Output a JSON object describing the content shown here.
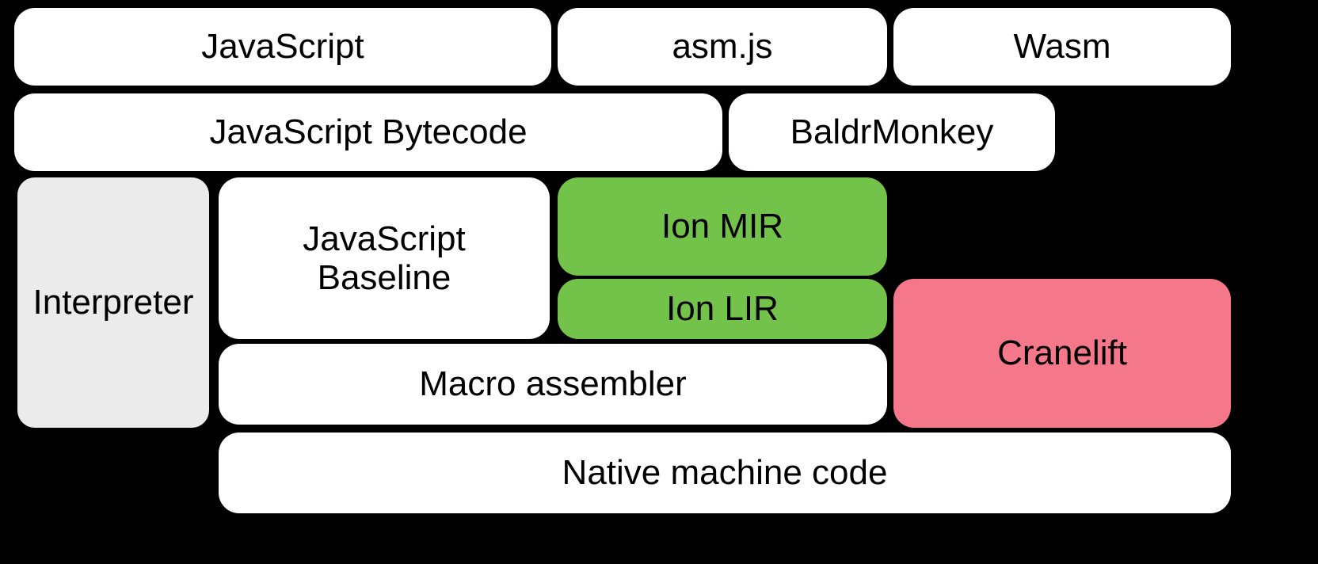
{
  "diagram": {
    "title": "SpiderMonkey compilation pipeline",
    "background_color": "#000000",
    "colors": {
      "white": "#FFFFFF",
      "gray": "#EBEBEB",
      "green": "#73C24A",
      "pink": "#F5788A",
      "text": "#000000"
    },
    "rows": [
      {
        "name": "source-formats",
        "nodes": [
          {
            "id": "javascript",
            "label": "JavaScript",
            "fill": "white"
          },
          {
            "id": "asmjs",
            "label": "asm.js",
            "fill": "white"
          },
          {
            "id": "wasm",
            "label": "Wasm",
            "fill": "white"
          }
        ]
      },
      {
        "name": "front-end",
        "nodes": [
          {
            "id": "js-bytecode",
            "label": "JavaScript Bytecode",
            "fill": "white"
          },
          {
            "id": "baldrmonkey",
            "label": "BaldrMonkey",
            "fill": "white"
          }
        ]
      },
      {
        "name": "tiers",
        "nodes": [
          {
            "id": "interpreter",
            "label": "Interpreter",
            "fill": "gray"
          },
          {
            "id": "js-baseline",
            "label": "JavaScript\nBaseline",
            "fill": "white"
          },
          {
            "id": "ion-mir",
            "label": "Ion MIR",
            "fill": "green"
          },
          {
            "id": "ion-lir",
            "label": "Ion LIR",
            "fill": "green"
          },
          {
            "id": "macro-assembler",
            "label": "Macro assembler",
            "fill": "white"
          },
          {
            "id": "cranelift",
            "label": "Cranelift",
            "fill": "pink"
          }
        ]
      },
      {
        "name": "output",
        "nodes": [
          {
            "id": "native-code",
            "label": "Native machine code",
            "fill": "white"
          }
        ]
      }
    ]
  },
  "labels": {
    "javascript": "JavaScript",
    "asmjs": "asm.js",
    "wasm": "Wasm",
    "js_bytecode": "JavaScript Bytecode",
    "baldrmonkey": "BaldrMonkey",
    "interpreter": "Interpreter",
    "js_baseline": "JavaScript\nBaseline",
    "ion_mir": "Ion MIR",
    "ion_lir": "Ion LIR",
    "macro_assembler": "Macro assembler",
    "cranelift": "Cranelift",
    "native_code": "Native machine code"
  }
}
